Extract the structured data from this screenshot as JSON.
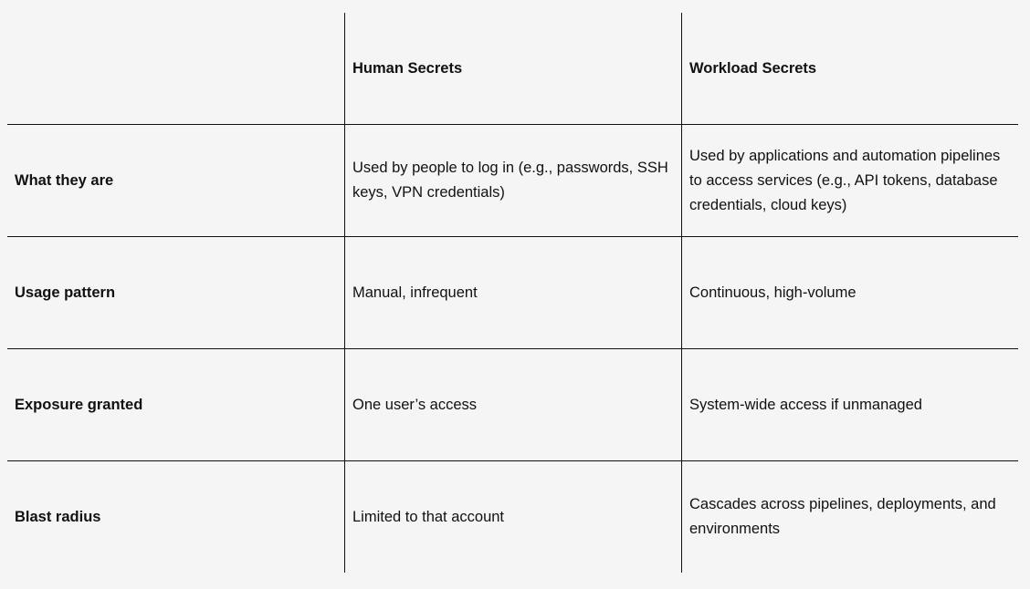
{
  "header": {
    "col0": "",
    "col1": "Human Secrets",
    "col2": "Workload Secrets"
  },
  "rows": [
    {
      "label": "What they are",
      "human": "Used by people to log in (e.g., passwords, SSH keys, VPN credentials)",
      "workload": "Used by applications and automation pipelines to access services (e.g., API tokens, database credentials, cloud keys)"
    },
    {
      "label": "Usage pattern",
      "human": "Manual, infrequent",
      "workload": "Continuous, high-volume"
    },
    {
      "label": "Exposure granted",
      "human": "One user’s access",
      "workload": "System-wide access if unmanaged"
    },
    {
      "label": "Blast radius",
      "human": "Limited to that account",
      "workload": "Cascades across pipelines, deployments, and environments"
    }
  ]
}
